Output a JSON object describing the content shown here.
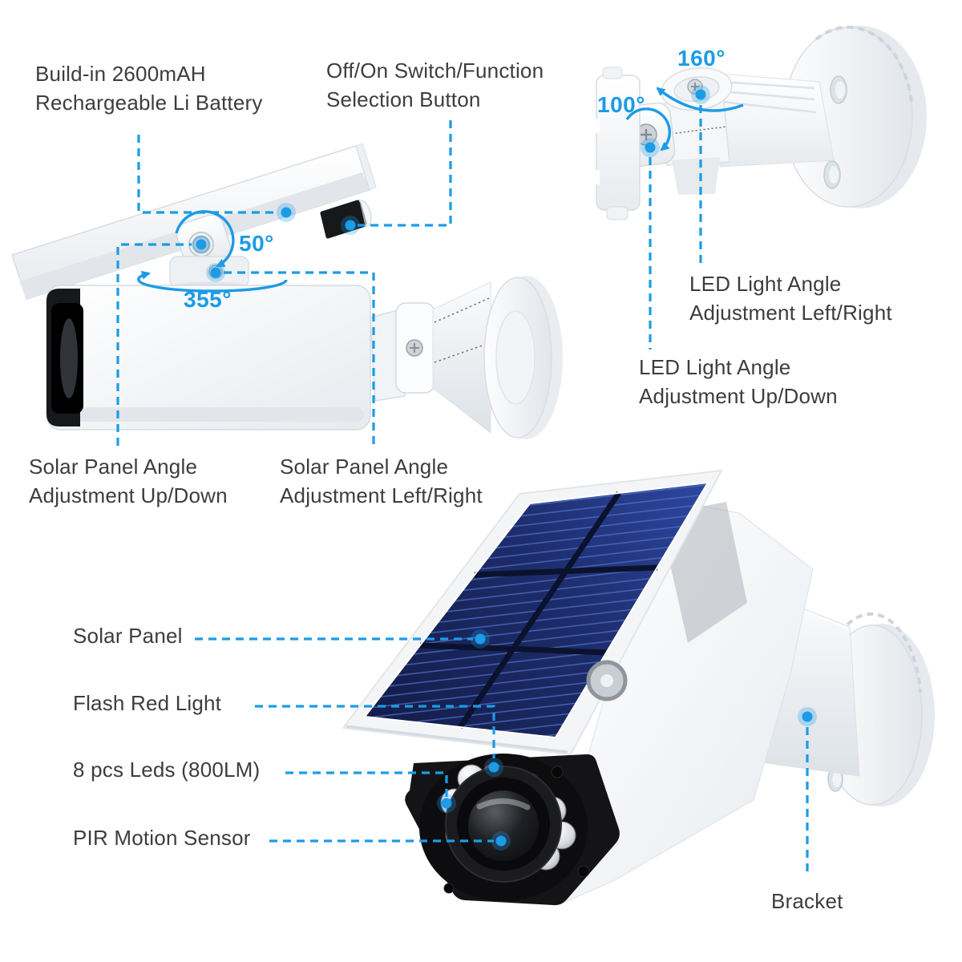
{
  "colors": {
    "accent": "#1C9BE6",
    "label_text": "#3D3D3D",
    "flash_red": "#C4202A",
    "solar_cell_blue": "#1B2A66",
    "background": "#FFFFFF"
  },
  "callouts": {
    "battery": {
      "text": "Build-in 2600mAH\nRechargeable Li Battery"
    },
    "switch": {
      "text": "Off/On Switch/Function\nSelection Button"
    },
    "led_angle_lr": {
      "text": "LED Light Angle\nAdjustment Left/Right"
    },
    "led_angle_ud": {
      "text": "LED Light Angle\nAdjustment Up/Down"
    },
    "solar_angle_ud": {
      "text": "Solar Panel Angle\nAdjustment Up/Down"
    },
    "solar_angle_lr": {
      "text": "Solar Panel Angle\nAdjustment Left/Right"
    },
    "solar_panel": {
      "text": "Solar Panel"
    },
    "flash_red_light": {
      "text": "Flash Red Light"
    },
    "leds": {
      "text": "8 pcs Leds (800LM)"
    },
    "pir": {
      "text": "PIR Motion Sensor"
    },
    "bracket": {
      "text": "Bracket"
    }
  },
  "angles": {
    "panel_tilt": "50°",
    "panel_swivel": "355°",
    "led_left_right": "160°",
    "led_up_down": "100°"
  }
}
